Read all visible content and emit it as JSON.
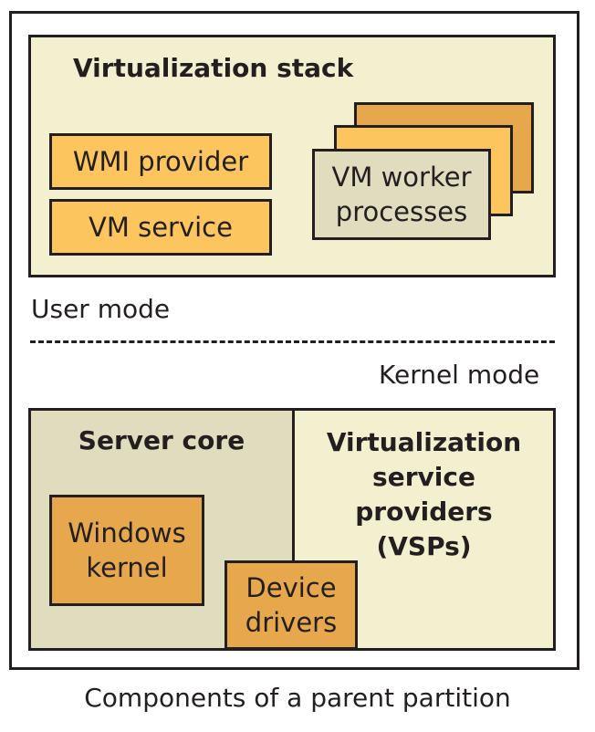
{
  "stack": {
    "title": "Virtualization stack",
    "wmi_provider": "WMI provider",
    "vm_service": "VM service",
    "vm_worker": "VM worker\nprocesses"
  },
  "modes": {
    "user": "User mode",
    "kernel": "Kernel mode"
  },
  "server_core": {
    "title": "Server core",
    "windows_kernel": "Windows\nkernel",
    "device_drivers": "Device\ndrivers"
  },
  "vsp": {
    "title": "Virtualization\nservice\nproviders\n(VSPs)"
  },
  "caption": "Components of a parent partition",
  "colors": {
    "outline": "#231f20",
    "light_cream": "#f2f0cf",
    "gray_cream": "#e0dcbe",
    "yellow": "#fcc55e",
    "orange": "#e6a74d"
  }
}
